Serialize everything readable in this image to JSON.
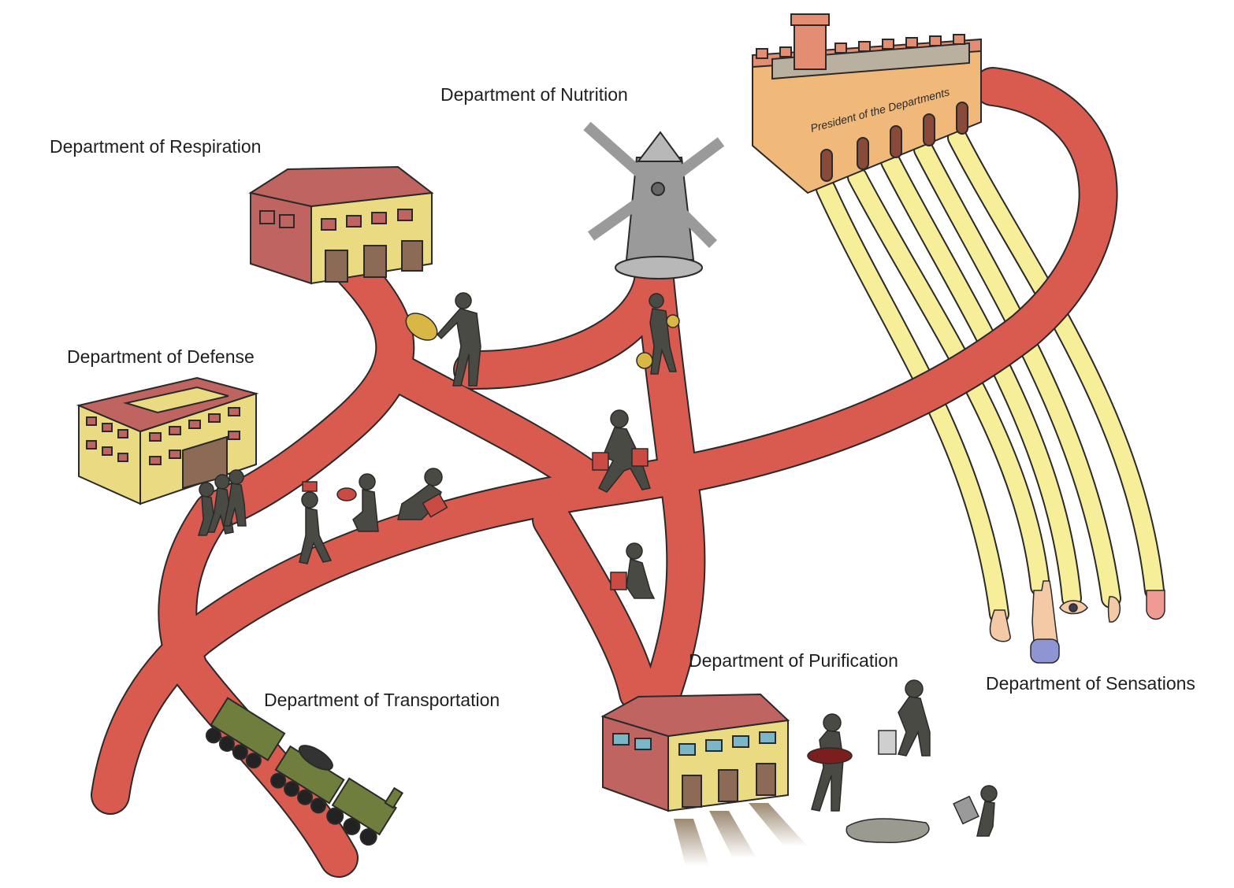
{
  "labels": {
    "nutrition": "Department of Nutrition",
    "respiration": "Department of Respiration",
    "defense": "Department of Defense",
    "purification": "Department of Purification",
    "transportation": "Department of Transportation",
    "sensations": "Department of Sensations",
    "president": "President of the Departments"
  },
  "colors": {
    "road": "#d95a4f",
    "outline": "#2a2a2a",
    "wall": "#eadb83",
    "roof": "#c06462",
    "castle": "#f0b97a",
    "nerve": "#f7ee9a",
    "figure": "#4a4a44",
    "train": "#6f7e3c",
    "mill": "#9a9a9a"
  },
  "icons": {
    "sense_organs": [
      "nose-icon",
      "hand-icon",
      "eye-icon",
      "ear-icon",
      "tongue-icon"
    ]
  }
}
